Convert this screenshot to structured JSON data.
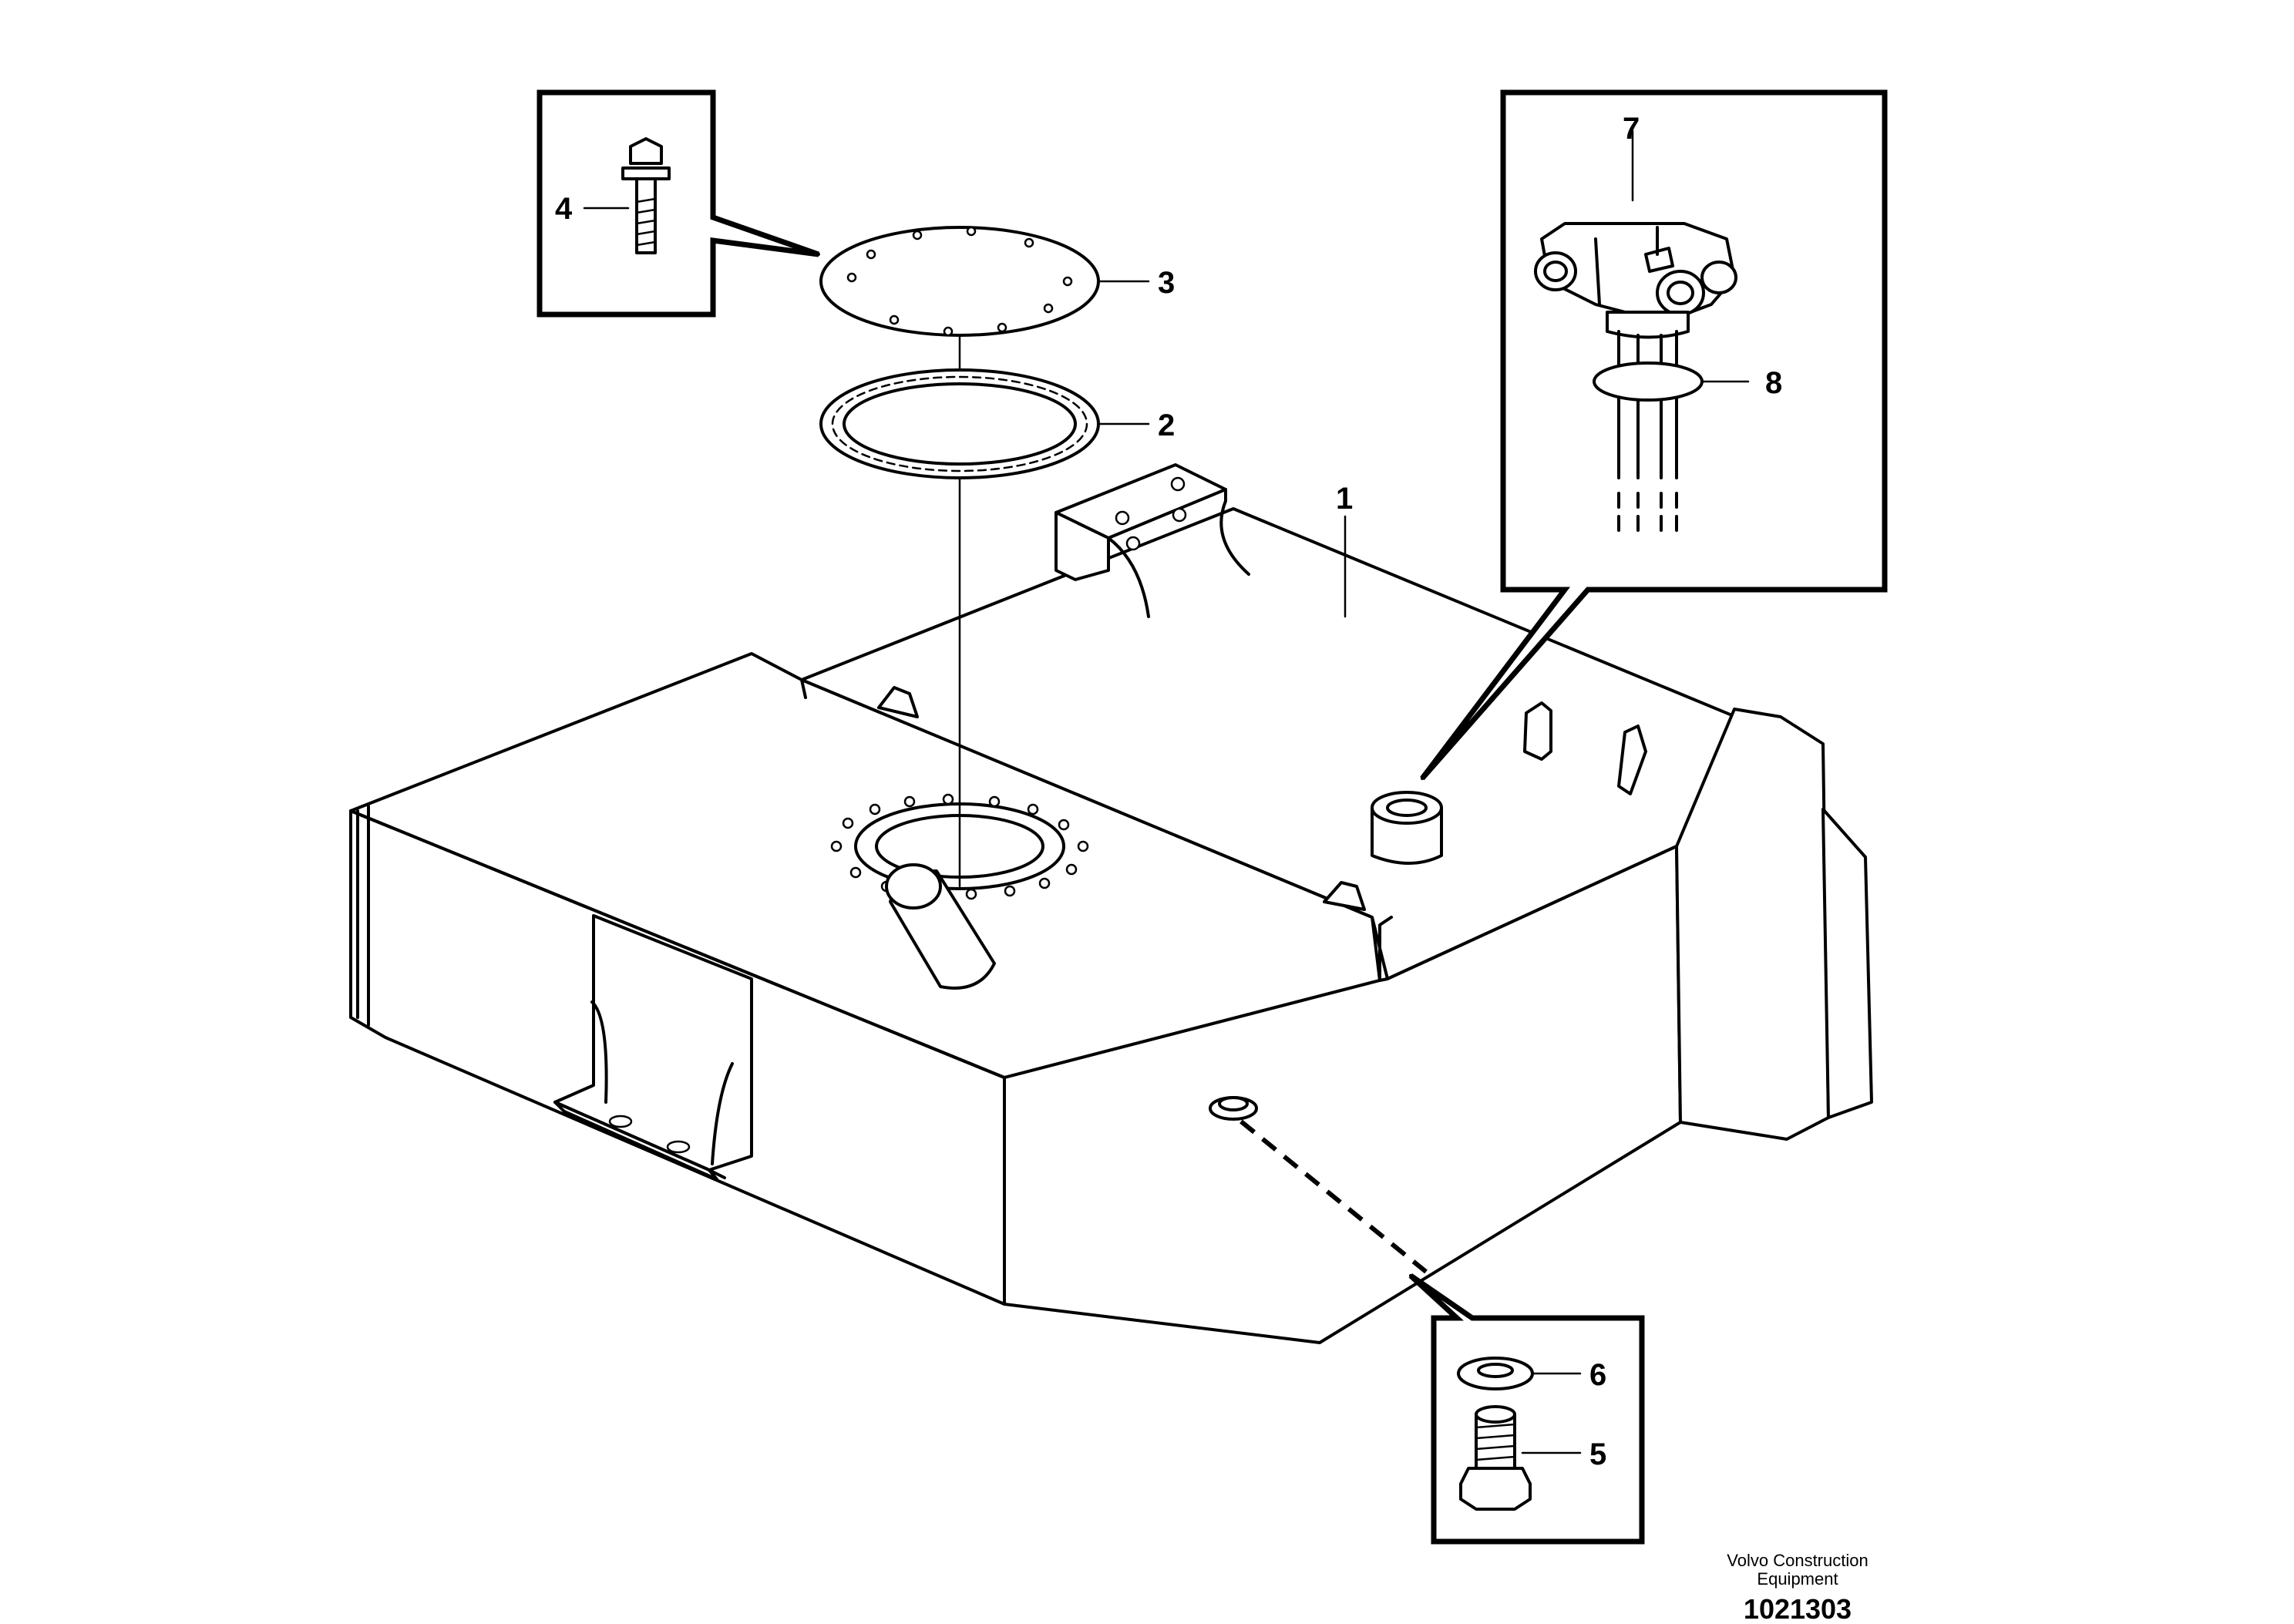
{
  "diagram": {
    "callouts": [
      {
        "id": "1",
        "label": "1"
      },
      {
        "id": "2",
        "label": "2"
      },
      {
        "id": "3",
        "label": "3"
      },
      {
        "id": "4",
        "label": "4"
      },
      {
        "id": "5",
        "label": "5"
      },
      {
        "id": "6",
        "label": "6"
      },
      {
        "id": "7",
        "label": "7"
      },
      {
        "id": "8",
        "label": "8"
      }
    ],
    "maker_line1": "Volvo Construction",
    "maker_line2": "Equipment",
    "document_number": "1021303"
  }
}
